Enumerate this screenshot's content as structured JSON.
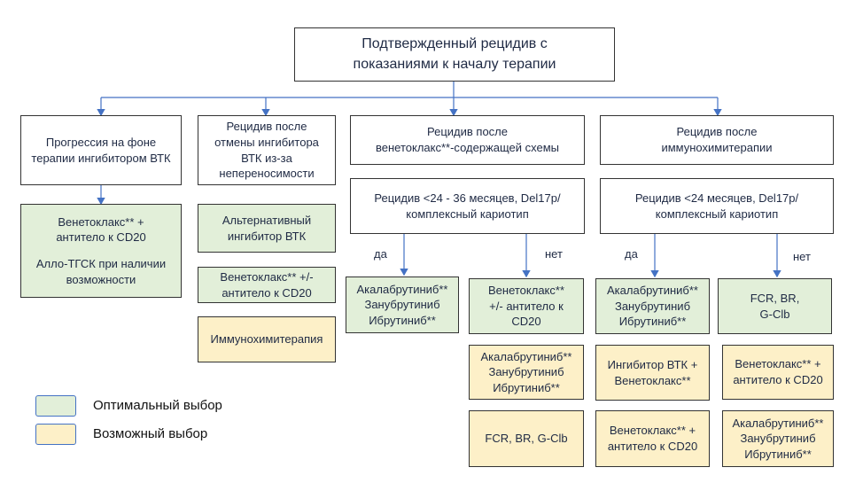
{
  "colors": {
    "optimal": "#e2efd9",
    "possible": "#fdf0c8",
    "arrow": "#4472c4",
    "border": "#333333"
  },
  "root": {
    "lines": [
      "Подтвержденный рецидив с",
      "показаниями к началу терапии"
    ]
  },
  "branches": {
    "progression": {
      "lines": [
        "Прогрессия на фоне",
        "терапии ингибитором ВТК"
      ]
    },
    "intolerance": {
      "lines": [
        "Рецидив после",
        "отмены ингибитора",
        "ВТК из-за",
        "непереносимости"
      ]
    },
    "venetoclax": {
      "lines": [
        "Рецидив после",
        "венетоклакс**-содержащей схемы"
      ]
    },
    "immunochemo": {
      "lines": [
        "Рецидив после",
        "иммунохимитерапии"
      ]
    }
  },
  "criteria": {
    "venetoclax": {
      "lines": [
        "Рецидив <24 - 36 месяцев, Del17p/",
        "комплексный кариотип"
      ]
    },
    "immunochemo": {
      "lines": [
        "Рецидив <24 месяцев, Del17p/",
        "комплексный кариотип"
      ]
    }
  },
  "labels": {
    "yes": "да",
    "no": "нет"
  },
  "options": {
    "prog_1": {
      "lines": [
        "Венетоклакс** +",
        "антитело к CD20"
      ],
      "lines2": [
        "Алло-ТГСК при наличии",
        "возможности"
      ]
    },
    "int_1": {
      "lines": [
        "Альтернативный",
        "ингибитор ВТК"
      ]
    },
    "int_2": {
      "lines": [
        "Венетоклакс** +/-",
        "антитело к  CD20"
      ]
    },
    "int_3": {
      "lines": [
        "Иммунохимитерапия"
      ]
    },
    "ven_yes_1": {
      "lines": [
        "Акалабрутиниб**",
        "Занубрутиниб",
        "Ибрутиниб**"
      ]
    },
    "ven_no_1": {
      "lines": [
        "Венетоклакс**",
        "+/- антитело к",
        "CD20"
      ]
    },
    "ven_no_2": {
      "lines": [
        "Акалабрутиниб**",
        "Занубрутиниб",
        "Ибрутиниб**"
      ]
    },
    "ven_no_3": {
      "lines": [
        "FCR, BR, G-Clb"
      ]
    },
    "imm_yes_1": {
      "lines": [
        "Акалабрутиниб**",
        "Занубрутиниб",
        "Ибрутиниб**"
      ]
    },
    "imm_yes_2": {
      "lines": [
        "Ингибитор ВТК +",
        "Венетоклакс**"
      ]
    },
    "imm_yes_3": {
      "lines": [
        "Венетоклакс** +",
        "антитело к  CD20"
      ]
    },
    "imm_no_1": {
      "lines": [
        "FCR, BR,",
        "G-Clb"
      ]
    },
    "imm_no_2": {
      "lines": [
        "Венетоклакс** +",
        "антитело к  CD20"
      ]
    },
    "imm_no_3": {
      "lines": [
        "Акалабрутиниб**",
        "Занубрутиниб",
        "Ибрутиниб**"
      ]
    }
  },
  "legend": {
    "optimal": "Оптимальный выбор",
    "possible": "Возможный выбор"
  }
}
